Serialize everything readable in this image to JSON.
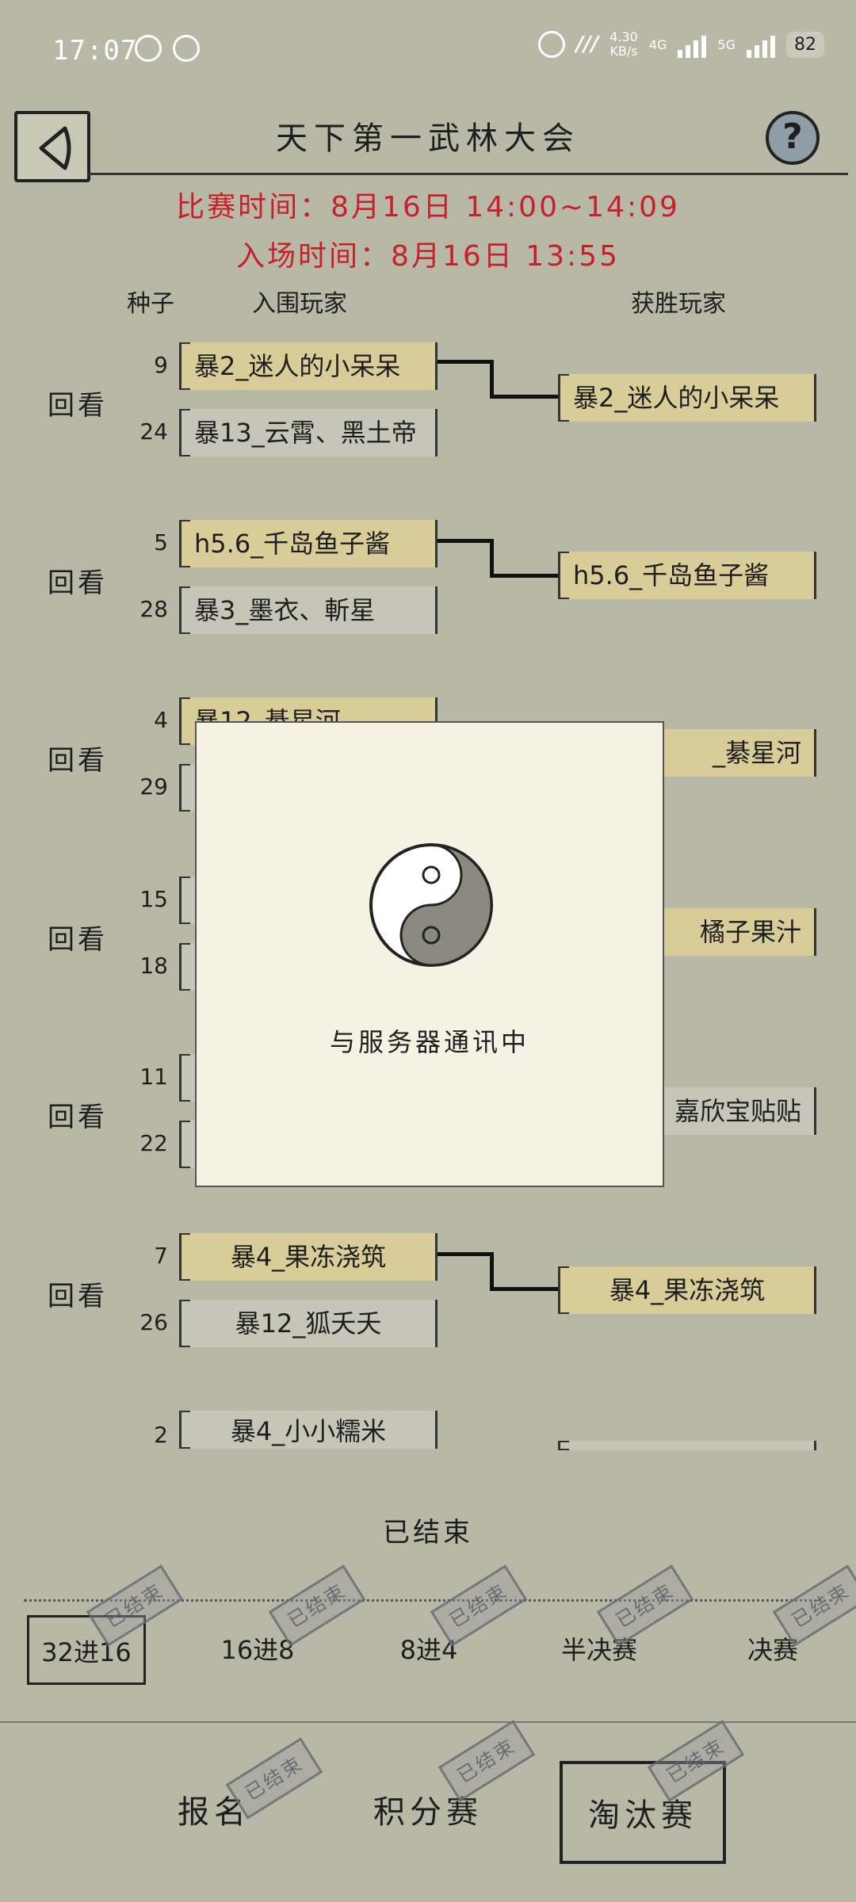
{
  "status_bar": {
    "time": "17:07",
    "speed_value": "4.30",
    "speed_unit": "KB/s",
    "net1": "4G",
    "net2": "5G",
    "battery": "82"
  },
  "header": {
    "title": "天下第一武林大会"
  },
  "schedule": {
    "match_time": "比赛时间：8月16日    14:00~14:09",
    "entry_time": "入场时间：8月16日    13:55"
  },
  "columns": {
    "seed": "种子",
    "entered": "入围玩家",
    "winner": "获胜玩家"
  },
  "replay_label": "回看",
  "matches": [
    {
      "a": {
        "seed": "9",
        "name": "暴2_迷人的小呆呆"
      },
      "b": {
        "seed": "24",
        "name": "暴13_云霄、黑土帝"
      },
      "winner": "暴2_迷人的小呆呆"
    },
    {
      "a": {
        "seed": "5",
        "name": "h5.6_千岛鱼子酱"
      },
      "b": {
        "seed": "28",
        "name": "暴3_墨衣、斬星"
      },
      "winner": "h5.6_千岛鱼子酱"
    },
    {
      "a": {
        "seed": "4",
        "name": "暴12_綦星河"
      },
      "b": {
        "seed": "29",
        "name": ""
      },
      "winner": "_綦星河"
    },
    {
      "a": {
        "seed": "15",
        "name": ""
      },
      "b": {
        "seed": "18",
        "name": ""
      },
      "winner": "橘子果汁"
    },
    {
      "a": {
        "seed": "11",
        "name": ""
      },
      "b": {
        "seed": "22",
        "name": ""
      },
      "winner": "嘉欣宝贴贴"
    },
    {
      "a": {
        "seed": "7",
        "name": "暴4_果冻浇筑"
      },
      "b": {
        "seed": "26",
        "name": "暴12_狐夭夭"
      },
      "winner": "暴4_果冻浇筑"
    },
    {
      "a": {
        "seed": "2",
        "name": "暴4_小小糯米"
      }
    }
  ],
  "modal": {
    "message": "与服务器通讯中",
    "icon": "yin-yang-icon"
  },
  "bracket_status": "已结束",
  "round_tabs": [
    "32进16",
    "16进8",
    "8进4",
    "半决赛",
    "决赛"
  ],
  "ended_stamp": "已结束",
  "bottom_tabs": [
    "报名",
    "积分赛",
    "淘汰赛"
  ],
  "colors": {
    "accent_red": "#c8202a",
    "winner_fill": "#d8cc98",
    "background": "#b8b8a6"
  }
}
